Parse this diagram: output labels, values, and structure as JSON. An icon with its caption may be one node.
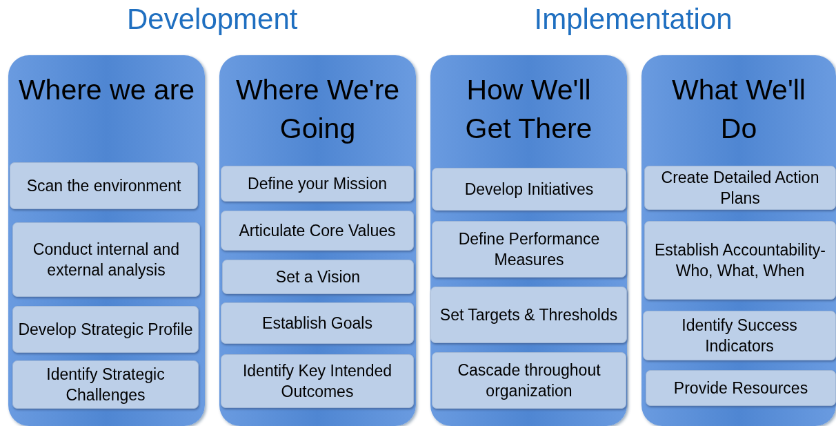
{
  "diagram": {
    "nodes": [
      {
        "text": [
          "Where we are"
        ]
      },
      {
        "text": [
          "Scan the environment"
        ],
        "in": 0
      },
      {
        "text": [
          "Conduct internal and external analysis"
        ],
        "in": 0
      },
      {
        "text": [
          "Develop Strategic Profile"
        ],
        "in": 0
      },
      {
        "text": [
          "Identify Strategic Challenges"
        ],
        "in": 0
      },
      {
        "text": [
          "Where We're Going"
        ]
      },
      {
        "text": [
          "Define your Mission"
        ],
        "in": 5
      },
      {
        "text": [
          "Articulate Core Values"
        ],
        "in": 5
      },
      {
        "text": [
          "Set a Vision"
        ],
        "in": 5
      },
      {
        "text": [
          "Establish Goals"
        ],
        "in": 5
      },
      {
        "text": [
          "Identify Key Intended Outcomes"
        ],
        "in": 5
      },
      {
        "text": [
          "How We'll Get There"
        ]
      },
      {
        "text": [
          "Develop Initiatives"
        ],
        "in": 11
      },
      {
        "text": [
          "Define Performance Measures"
        ],
        "in": 11
      },
      {
        "text": [
          "Set Targets & Thresholds"
        ],
        "in": 11
      },
      {
        "text": [
          "Cascade throughout organization"
        ],
        "in": 11
      },
      {
        "text": [
          "What We'll Do"
        ]
      },
      {
        "text": [
          "Create Detailed Action Plans"
        ],
        "in": 16
      },
      {
        "text": [
          "Establish Accountability-Who, What, When"
        ],
        "in": 16
      },
      {
        "text": [
          "Identify Success Indicators"
        ],
        "in": 16
      },
      {
        "text": [
          "Provide Resources"
        ],
        "in": 16
      }
    ],
    "edges": [],
    "labels": [
      "Development",
      "Implementation"
    ]
  }
}
